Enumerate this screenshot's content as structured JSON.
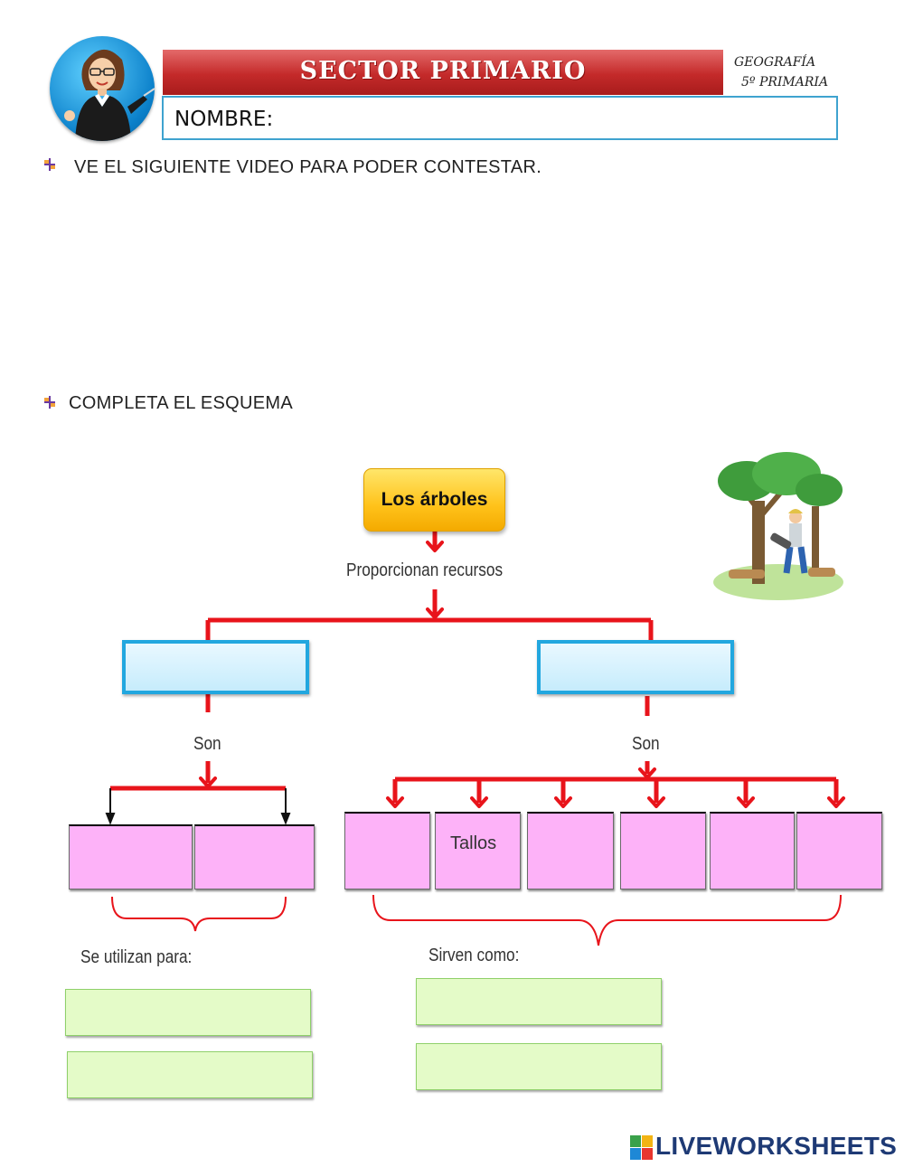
{
  "header": {
    "title": "SECTOR PRIMARIO",
    "name_label": "NOMBRE:",
    "subject_line1": "GEOGRAFÍA",
    "subject_line2": "5º PRIMARIA"
  },
  "instructions": {
    "video": "VE EL SIGUIENTE VIDEO PARA PODER CONTESTAR.",
    "scheme": "COMPLETA EL ESQUEMA"
  },
  "diagram": {
    "root": "Los árboles",
    "connector": "Proporcionan recursos",
    "left_son": "Son",
    "right_son": "Son",
    "left_answers": [
      "",
      ""
    ],
    "right_answers": [
      "",
      "Tallos",
      "",
      "",
      "",
      ""
    ],
    "left_use_label": "Se utilizan para:",
    "right_use_label": "Sirven como:",
    "level1_answers": [
      "",
      ""
    ],
    "left_use_answers": [
      "",
      ""
    ],
    "right_use_answers": [
      "",
      ""
    ]
  },
  "colors": {
    "title_bar": "#c42a2a",
    "connector_red": "#e8141b",
    "blue_border": "#22a7df",
    "pink_box": "#fdb2f8",
    "green_box": "#e4fbc8",
    "root_yellow": "#ffc21a"
  },
  "footer": {
    "brand": "LIVEWORKSHEETS"
  }
}
